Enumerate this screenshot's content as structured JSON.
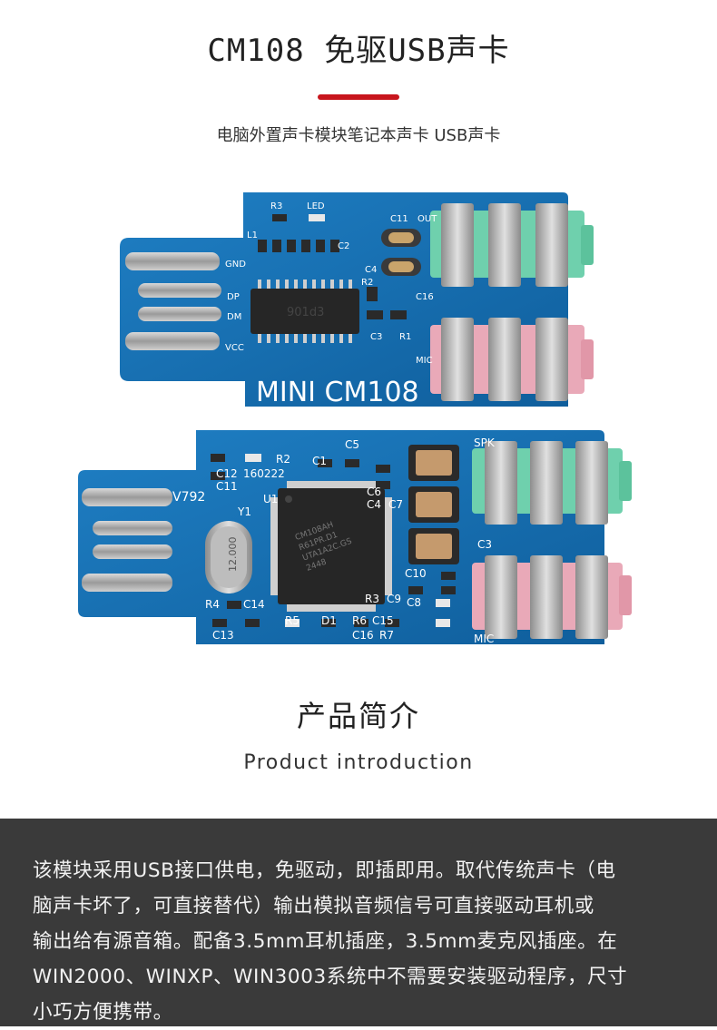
{
  "header": {
    "title": "CM108 免驱USB声卡",
    "subtitle": "电脑外置声卡模块笔记本声卡 USB声卡",
    "accent_color": "#c8161d"
  },
  "board_top": {
    "labels": [
      "R3",
      "LED",
      "L1",
      "C2",
      "GND",
      "DP",
      "DM",
      "VCC",
      "C11",
      "OUT",
      "C4",
      "R2",
      "C16",
      "C3",
      "R1",
      "MIC",
      "MINI CM108"
    ],
    "chip_marking": "901d3"
  },
  "board_bottom": {
    "labels": [
      "V792",
      "R2",
      "C1",
      "C5",
      "C12",
      "160222",
      "C11",
      "U1",
      "Y1",
      "C6",
      "C4",
      "C7",
      "C3",
      "C10",
      "R3",
      "C9",
      "C8",
      "R4",
      "C14",
      "C13",
      "R5",
      "D1",
      "R6",
      "C15",
      "C16",
      "R7",
      "SPK",
      "MIC"
    ],
    "crystal_marking": "12.000",
    "chip_marking": [
      "CM108AH",
      "R61PR.D1",
      "UTA1A2C.GS",
      "2448"
    ]
  },
  "intro": {
    "title": "产品简介",
    "subtitle": "Product introduction",
    "lines": [
      "该模块采用USB接口供电，免驱动，即插即用。取代传统声卡（电",
      "脑声卡坏了，可直接替代）输出模拟音频信号可直接驱动耳机或",
      "输出给有源音箱。配备3.5mm耳机插座，3.5mm麦克风插座。在",
      "WIN2000、WINXP、WIN3003系统中不需要安装驱动程序，尺寸",
      "小巧方便携带。"
    ],
    "panel_color": "#3a3a3a"
  }
}
